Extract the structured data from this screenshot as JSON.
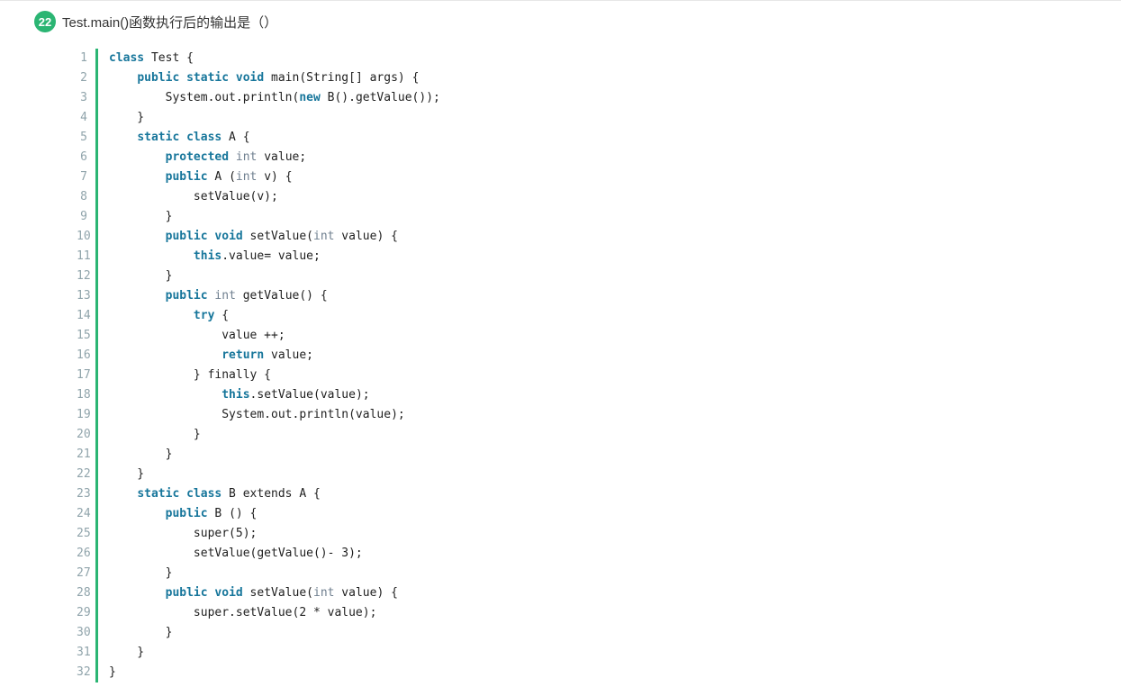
{
  "question": {
    "number": "22",
    "text": "Test.main()函数执行后的输出是（）"
  },
  "colors": {
    "accent_green": "#2bb573",
    "keyword": "#17769b",
    "type": "#708090",
    "line_number": "#90a4ab",
    "code_text": "#1f1f1f"
  },
  "code": {
    "language": "java",
    "lines": [
      [
        [
          "k",
          "class"
        ],
        [
          "p",
          " Test {"
        ]
      ],
      [
        [
          "p",
          "    "
        ],
        [
          "k",
          "public static void"
        ],
        [
          "p",
          " main(String[] args) {"
        ]
      ],
      [
        [
          "p",
          "        System.out.println("
        ],
        [
          "k",
          "new"
        ],
        [
          "p",
          " B().getValue());"
        ]
      ],
      [
        [
          "p",
          "    }"
        ]
      ],
      [
        [
          "p",
          "    "
        ],
        [
          "k",
          "static class"
        ],
        [
          "p",
          " A {"
        ]
      ],
      [
        [
          "p",
          "        "
        ],
        [
          "k",
          "protected"
        ],
        [
          "p",
          " "
        ],
        [
          "t",
          "int"
        ],
        [
          "p",
          " value;"
        ]
      ],
      [
        [
          "p",
          "        "
        ],
        [
          "k",
          "public"
        ],
        [
          "p",
          " A ("
        ],
        [
          "t",
          "int"
        ],
        [
          "p",
          " v) {"
        ]
      ],
      [
        [
          "p",
          "            setValue(v);"
        ]
      ],
      [
        [
          "p",
          "        }"
        ]
      ],
      [
        [
          "p",
          "        "
        ],
        [
          "k",
          "public void"
        ],
        [
          "p",
          " setValue("
        ],
        [
          "t",
          "int"
        ],
        [
          "p",
          " value) {"
        ]
      ],
      [
        [
          "p",
          "            "
        ],
        [
          "k",
          "this"
        ],
        [
          "p",
          ".value= value;"
        ]
      ],
      [
        [
          "p",
          "        }"
        ]
      ],
      [
        [
          "p",
          "        "
        ],
        [
          "k",
          "public"
        ],
        [
          "p",
          " "
        ],
        [
          "t",
          "int"
        ],
        [
          "p",
          " getValue() {"
        ]
      ],
      [
        [
          "p",
          "            "
        ],
        [
          "k",
          "try"
        ],
        [
          "p",
          " {"
        ]
      ],
      [
        [
          "p",
          "                value ++;"
        ]
      ],
      [
        [
          "p",
          "                "
        ],
        [
          "k",
          "return"
        ],
        [
          "p",
          " value;"
        ]
      ],
      [
        [
          "p",
          "            } finally {"
        ]
      ],
      [
        [
          "p",
          "                "
        ],
        [
          "k",
          "this"
        ],
        [
          "p",
          ".setValue(value);"
        ]
      ],
      [
        [
          "p",
          "                System.out.println(value);"
        ]
      ],
      [
        [
          "p",
          "            }"
        ]
      ],
      [
        [
          "p",
          "        }"
        ]
      ],
      [
        [
          "p",
          "    }"
        ]
      ],
      [
        [
          "p",
          "    "
        ],
        [
          "k",
          "static class"
        ],
        [
          "p",
          " B extends A {"
        ]
      ],
      [
        [
          "p",
          "        "
        ],
        [
          "k",
          "public"
        ],
        [
          "p",
          " B () {"
        ]
      ],
      [
        [
          "p",
          "            super(5);"
        ]
      ],
      [
        [
          "p",
          "            setValue(getValue()- 3);"
        ]
      ],
      [
        [
          "p",
          "        }"
        ]
      ],
      [
        [
          "p",
          "        "
        ],
        [
          "k",
          "public void"
        ],
        [
          "p",
          " setValue("
        ],
        [
          "t",
          "int"
        ],
        [
          "p",
          " value) {"
        ]
      ],
      [
        [
          "p",
          "            super.setValue(2 * value);"
        ]
      ],
      [
        [
          "p",
          "        }"
        ]
      ],
      [
        [
          "p",
          "    }"
        ]
      ],
      [
        [
          "p",
          "}"
        ]
      ]
    ]
  }
}
